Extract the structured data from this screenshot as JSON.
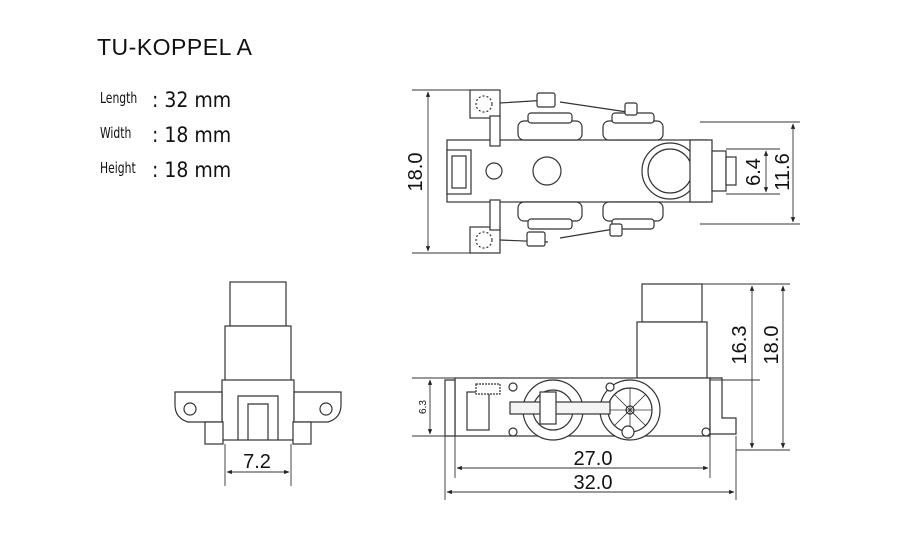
{
  "title": "TU-KOPPEL A",
  "specs": [
    {
      "label": "Length",
      "value": ": 32 mm"
    },
    {
      "label": "Width",
      "value": ": 18 mm"
    },
    {
      "label": "Height",
      "value": ": 18 mm"
    }
  ],
  "dimensions": {
    "top_width": "18.0",
    "top_coupler_small": "6.4",
    "top_coupler_large": "11.6",
    "side_height_small": "6.3",
    "side_height_mid": "16.3",
    "side_height_total": "18.0",
    "side_length_inner": "27.0",
    "side_length_total": "32.0",
    "front_width": "7.2"
  }
}
